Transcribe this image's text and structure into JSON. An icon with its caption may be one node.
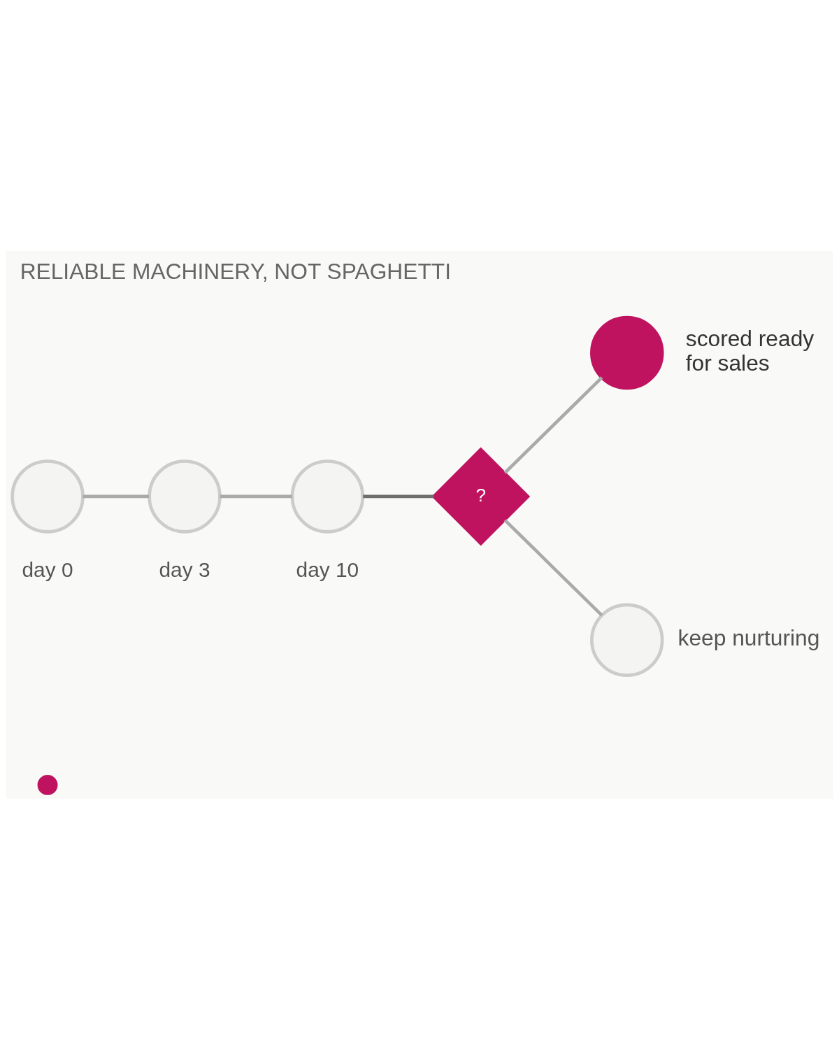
{
  "diagram": {
    "title": "RELIABLE MACHINERY, NOT SPAGHETTI",
    "nodes": [
      {
        "text": [],
        "shape": "circle",
        "beside": [
          "day 0"
        ]
      },
      {
        "text": [],
        "shape": "circle",
        "beside": [
          "day 3"
        ]
      },
      {
        "text": [],
        "shape": "circle",
        "beside": [
          "day 10"
        ]
      },
      {
        "text": [
          "?"
        ]
      },
      {
        "text": [],
        "shape": "circle",
        "beside": [
          "scored ready for sales"
        ]
      },
      {
        "text": [],
        "shape": "circle",
        "beside": [
          "keep nurturing"
        ]
      },
      {
        "text": [],
        "shape": "circle"
      }
    ],
    "edges": [
      {
        "from": 0,
        "to": 1,
        "arrow": "none"
      },
      {
        "from": 1,
        "to": 2,
        "arrow": "none"
      },
      {
        "from": 2,
        "to": 3,
        "arrow": "none",
        "color": "#6e6e6e"
      },
      {
        "from": 3,
        "to": 4,
        "arrow": "none"
      },
      {
        "from": 3,
        "to": 5,
        "arrow": "none"
      }
    ]
  }
}
